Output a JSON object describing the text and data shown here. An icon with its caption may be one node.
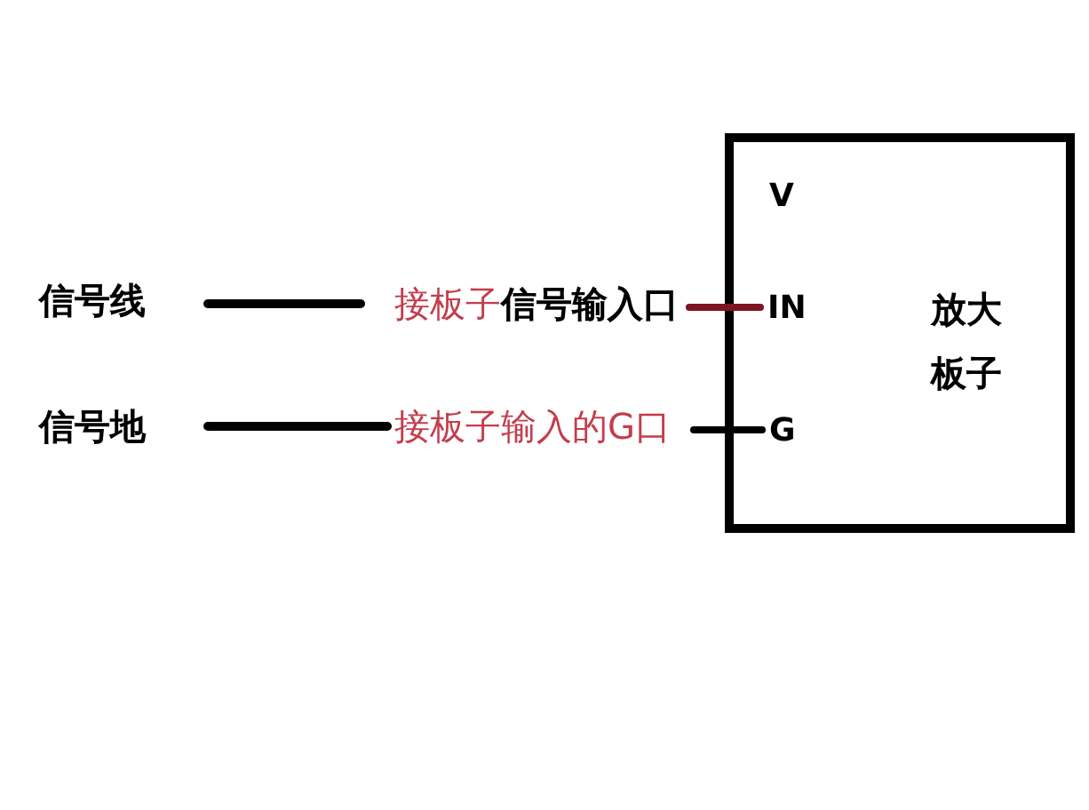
{
  "diagram": {
    "nodes": [
      {
        "text": [
          "信号线"
        ]
      },
      {
        "text": [
          "接板子",
          "信号输入口"
        ]
      },
      {
        "text": [
          "信号地"
        ]
      },
      {
        "text": [
          "接板子输入的G口"
        ]
      },
      {
        "text": [
          "放大板子"
        ]
      },
      {
        "text": [
          "V"
        ],
        "in": 4
      },
      {
        "text": [
          "IN"
        ],
        "in": 4
      },
      {
        "text": [
          "G"
        ],
        "in": 4
      }
    ],
    "edges": [
      {
        "from": 0,
        "to": 1,
        "arrow": "none"
      },
      {
        "from": 2,
        "to": 3,
        "arrow": "none"
      },
      {
        "from": 1,
        "to": 6,
        "arrow": "none",
        "color": "#7d1423"
      },
      {
        "from": 3,
        "to": 7,
        "arrow": "none"
      }
    ]
  }
}
